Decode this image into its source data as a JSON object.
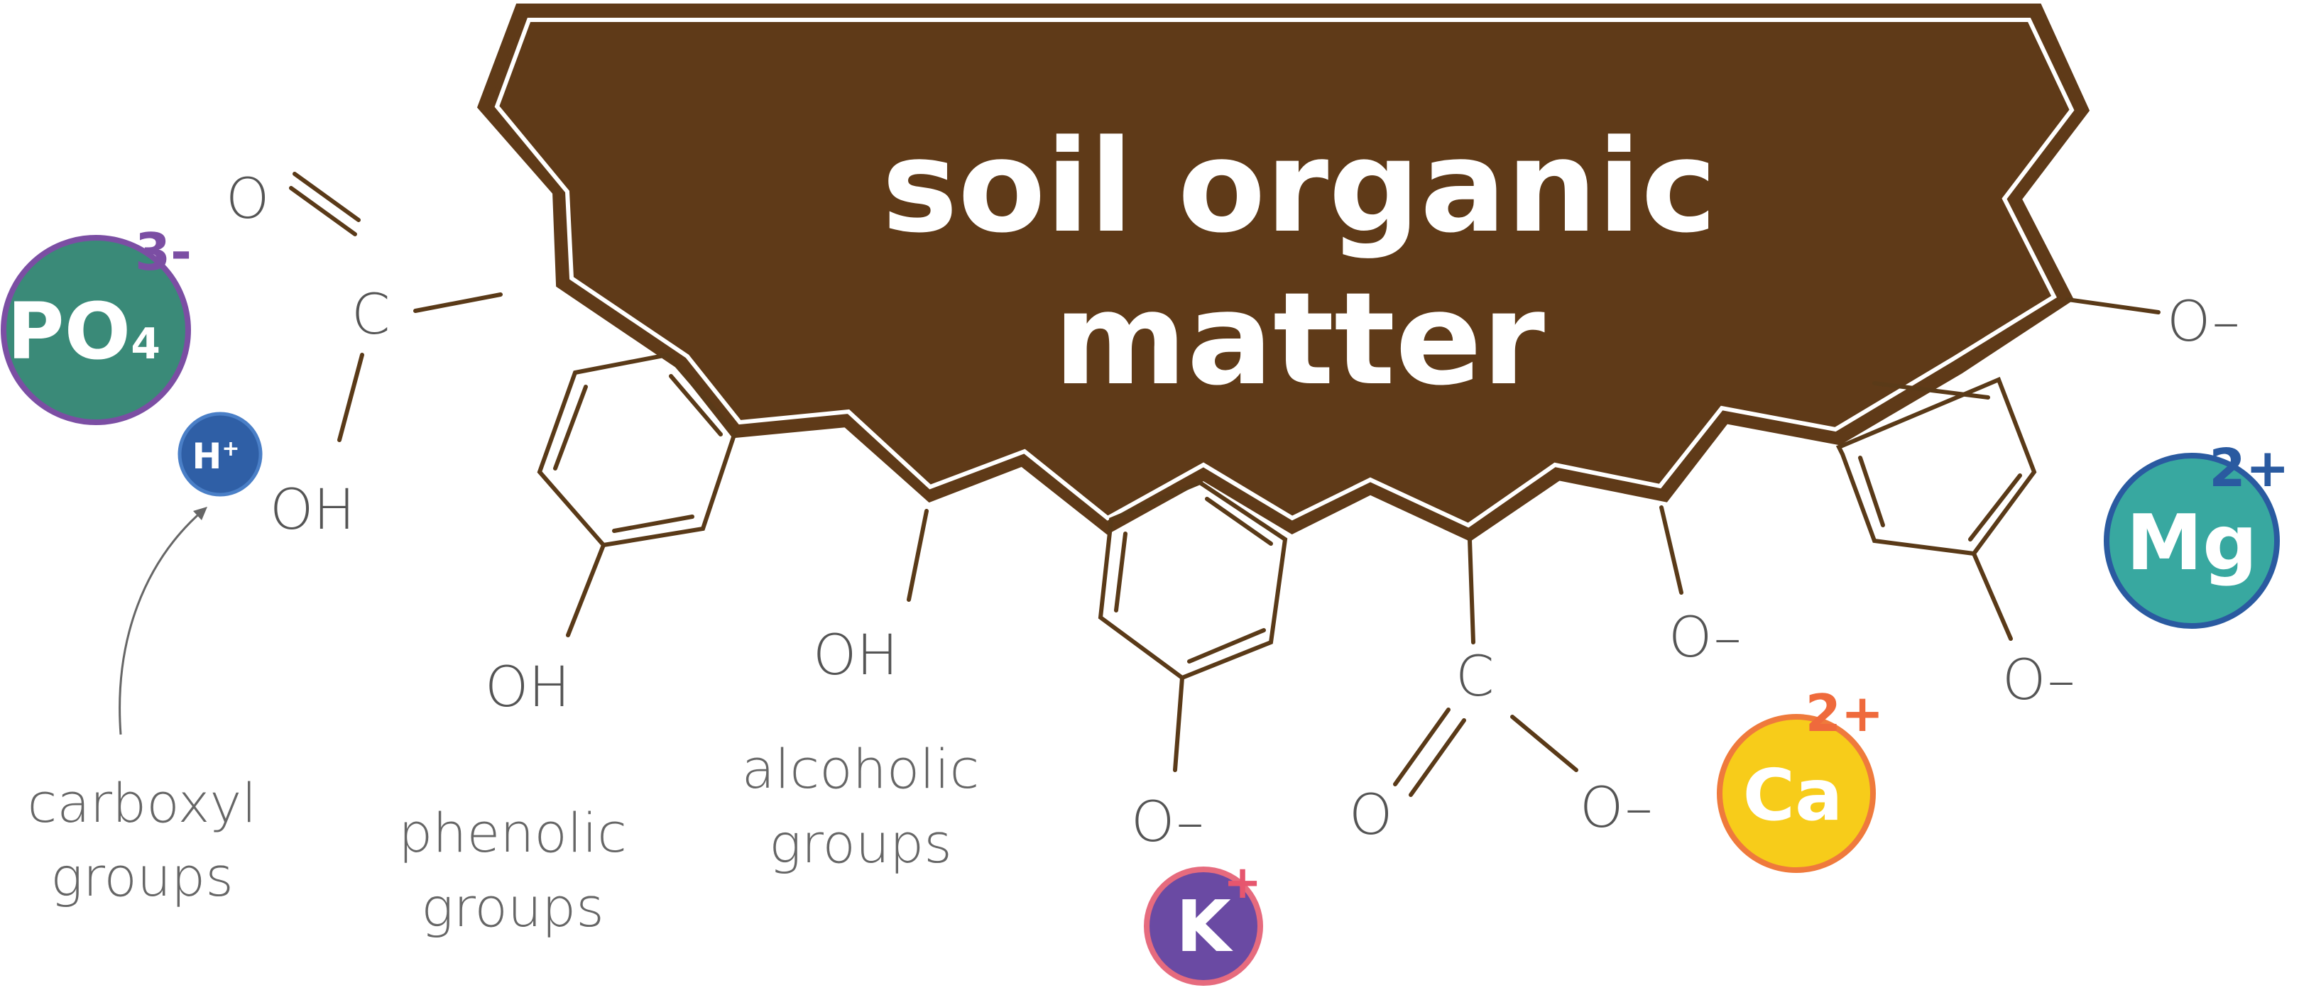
{
  "title": {
    "line1": "soil organic",
    "line2": "matter"
  },
  "atoms": {
    "carboxyl_o": "O",
    "carboxyl_c": "C",
    "carboxyl_oh": "OH",
    "phenol_oh": "OH",
    "alcohol_oh": "OH",
    "ring2_o": "O–",
    "bottom_c": "C",
    "bottom_o_left": "O",
    "bottom_o_right": "O–",
    "chain_o": "O–",
    "right_top_o": "O–",
    "right_ring_o": "O–"
  },
  "labels": {
    "carboxyl": [
      "carboxyl",
      "groups"
    ],
    "phenolic": [
      "phenolic",
      "groups"
    ],
    "alcoholic": [
      "alcoholic",
      "groups"
    ]
  },
  "ions": {
    "phosphate": {
      "symbol": "PO",
      "subscript": "4",
      "charge": "3-",
      "fill": "#3a8a78",
      "border": "#7b4ea3",
      "charge_color": "#7b4ea3"
    },
    "hydrogen": {
      "symbol": "H",
      "charge": "+",
      "fill": "#2f5fa6",
      "border": "#4a7fc7"
    },
    "potassium": {
      "symbol": "K",
      "charge": "+",
      "fill": "#6a4aa3",
      "border": "#e66b7e",
      "charge_color": "#e6566e"
    },
    "calcium": {
      "symbol": "Ca",
      "charge": "2+",
      "fill": "#f7cc1a",
      "border": "#ef7a3c",
      "charge_color": "#ef6a3c"
    },
    "magnesium": {
      "symbol": "Mg",
      "charge": "2+",
      "fill": "#38a8a0",
      "border": "#2a5aa0",
      "charge_color": "#2a5aa0"
    }
  },
  "colors": {
    "blob": "#5f3a18",
    "bond": "#5a3a18",
    "text": "#555555"
  }
}
